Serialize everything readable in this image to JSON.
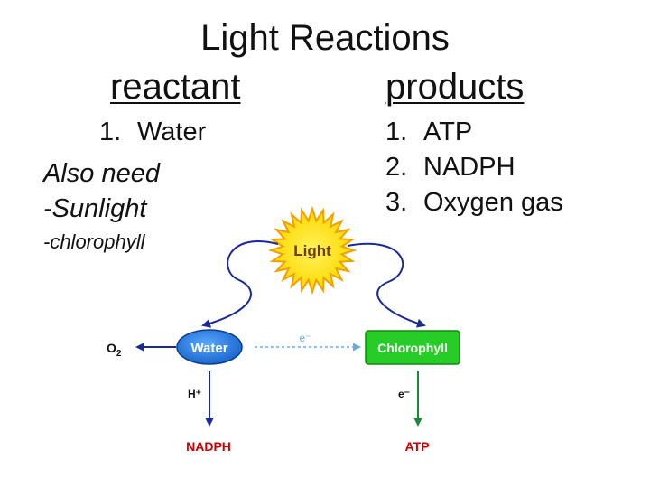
{
  "title": "Light Reactions",
  "reactant_heading": "reactant",
  "products_heading": "products",
  "reactants": [
    {
      "num": "1.",
      "text": "Water"
    }
  ],
  "also_need": {
    "heading": "Also need",
    "items": [
      "-Sunlight",
      "-chlorophyll"
    ]
  },
  "products": [
    {
      "num": "1.",
      "text": "ATP"
    },
    {
      "num": "2.",
      "text": "NADPH"
    },
    {
      "num": "3.",
      "text": "Oxygen gas"
    }
  ],
  "diagram": {
    "sun_label": "Light",
    "water_label": "Water",
    "chlorophyll_label": "Chlorophyll",
    "o2_label": "O",
    "o2_subscript": "2",
    "electron_label": "e⁻",
    "h_plus_label": "H⁺",
    "e_down_label": "e⁻",
    "nadph_label": "NADPH",
    "atp_label": "ATP",
    "colors": {
      "sun": "#ffe000",
      "sun_stroke": "#f0a000",
      "water": "#2277dd",
      "chlorophyll": "#22cc22",
      "output_text": "#cc0000",
      "arrow": "#1a2a9a",
      "electron_arrow": "#6aaae0"
    }
  }
}
